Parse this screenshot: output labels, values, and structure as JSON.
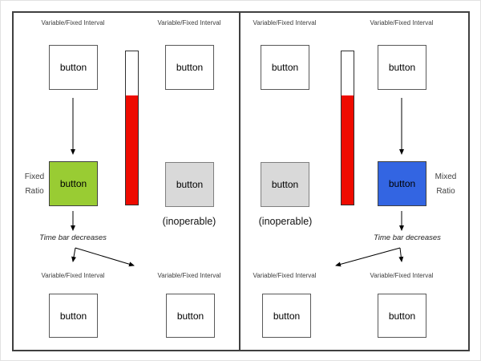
{
  "colors": {
    "active_fixed_ratio": "#99CC33",
    "active_mixed_ratio": "#3365E2",
    "inoperable_fill": "#D9D9D9",
    "timer_fill": "#EE0B00"
  },
  "timer": {
    "fill_height": "71%"
  },
  "panel_left": {
    "top_left_schedule": "Variable/Fixed Interval",
    "top_right_schedule": "Variable/Fixed Interval",
    "top_left_button": "button",
    "top_right_button": "button",
    "active_button": "button",
    "active_label_line1": "Fixed",
    "active_label_line2": "Ratio",
    "inoperable_button": "button",
    "inoperable_note": "(inoperable)",
    "timer_note": "Time bar decreases",
    "bottom_left_schedule": "Variable/Fixed Interval",
    "bottom_right_schedule": "Variable/Fixed Interval",
    "bottom_left_button": "button",
    "bottom_right_button": "button"
  },
  "panel_right": {
    "top_left_schedule": "Variable/Fixed Interval",
    "top_right_schedule": "Variable/Fixed Interval",
    "top_left_button": "button",
    "top_right_button": "button",
    "active_button": "button",
    "active_label_line1": "Mixed",
    "active_label_line2": "Ratio",
    "inoperable_button": "button",
    "inoperable_note": "(inoperable)",
    "timer_note": "Time bar decreases",
    "bottom_left_schedule": "Variable/Fixed Interval",
    "bottom_right_schedule": "Variable/Fixed Interval",
    "bottom_left_button": "button",
    "bottom_right_button": "button"
  }
}
